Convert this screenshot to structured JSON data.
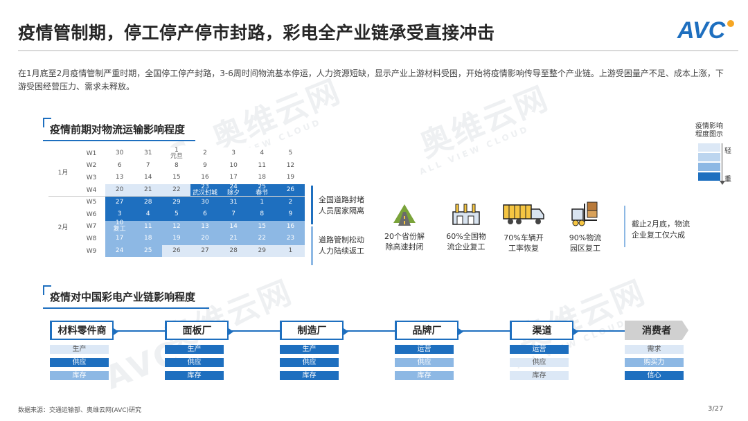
{
  "title": "疫情管制期，停工停产停市封路，彩电全产业链承受直接冲击",
  "logo_text": "AVC",
  "intro": "在1月底至2月疫情管制严重时期，全国停工停产封路，3-6周时间物流基本停运，人力资源短缺，显示产业上游材料受困，开始将疫情影响传导至整个产业链。上游受困量产不足、成本上涨，下游受困经营压力、需求未释放。",
  "watermark": {
    "main": "奥维云网",
    "sub": "ALL VIEW CLOUD",
    "logo": "AVC"
  },
  "section1_title": "疫情前期对物流运输影响程度",
  "section2_title": "疫情对中国彩电产业链影响程度",
  "colors": {
    "level0": "#ffffff",
    "level1": "#dce8f6",
    "level2": "#8db8e4",
    "level3": "#1e6fbf",
    "accent": "#1e6fbf"
  },
  "calendar": {
    "months": [
      {
        "label": "1月",
        "weeks": [
          "W1",
          "W2",
          "W3",
          "W4"
        ]
      },
      {
        "label": "2月",
        "weeks": [
          "W5",
          "W6",
          "W7",
          "W8",
          "W9"
        ]
      }
    ],
    "rows": [
      {
        "week": "W1",
        "cells": [
          {
            "d": "30",
            "l": 0
          },
          {
            "d": "31",
            "l": 0
          },
          {
            "d": "1",
            "n": "元旦",
            "l": 0
          },
          {
            "d": "2",
            "l": 0
          },
          {
            "d": "3",
            "l": 0
          },
          {
            "d": "4",
            "l": 0
          },
          {
            "d": "5",
            "l": 0
          }
        ]
      },
      {
        "week": "W2",
        "cells": [
          {
            "d": "6",
            "l": 0
          },
          {
            "d": "7",
            "l": 0
          },
          {
            "d": "8",
            "l": 0
          },
          {
            "d": "9",
            "l": 0
          },
          {
            "d": "10",
            "l": 0
          },
          {
            "d": "11",
            "l": 0
          },
          {
            "d": "12",
            "l": 0
          }
        ]
      },
      {
        "week": "W3",
        "cells": [
          {
            "d": "13",
            "l": 0
          },
          {
            "d": "14",
            "l": 0
          },
          {
            "d": "15",
            "l": 0
          },
          {
            "d": "16",
            "l": 0
          },
          {
            "d": "17",
            "l": 0
          },
          {
            "d": "18",
            "l": 0
          },
          {
            "d": "19",
            "l": 0
          }
        ]
      },
      {
        "week": "W4",
        "cells": [
          {
            "d": "20",
            "l": 1
          },
          {
            "d": "21",
            "l": 1
          },
          {
            "d": "22",
            "l": 1
          },
          {
            "d": "23",
            "n": "武汉封城",
            "l": 3
          },
          {
            "d": "24",
            "n": "除夕",
            "l": 3
          },
          {
            "d": "25",
            "n": "春节",
            "l": 3
          },
          {
            "d": "26",
            "l": 3
          }
        ]
      },
      {
        "week": "W5",
        "cells": [
          {
            "d": "27",
            "l": 3
          },
          {
            "d": "28",
            "l": 3
          },
          {
            "d": "29",
            "l": 3
          },
          {
            "d": "30",
            "l": 3
          },
          {
            "d": "31",
            "l": 3
          },
          {
            "d": "1",
            "l": 3
          },
          {
            "d": "2",
            "l": 3
          }
        ]
      },
      {
        "week": "W6",
        "cells": [
          {
            "d": "3",
            "l": 3
          },
          {
            "d": "4",
            "l": 3
          },
          {
            "d": "5",
            "l": 3
          },
          {
            "d": "6",
            "l": 3
          },
          {
            "d": "7",
            "l": 3
          },
          {
            "d": "8",
            "l": 3
          },
          {
            "d": "9",
            "l": 3
          }
        ]
      },
      {
        "week": "W7",
        "cells": [
          {
            "d": "10",
            "n": "复工",
            "l": 2
          },
          {
            "d": "11",
            "l": 2
          },
          {
            "d": "12",
            "l": 2
          },
          {
            "d": "13",
            "l": 2
          },
          {
            "d": "14",
            "l": 2
          },
          {
            "d": "15",
            "l": 2
          },
          {
            "d": "16",
            "l": 2
          }
        ]
      },
      {
        "week": "W8",
        "cells": [
          {
            "d": "17",
            "l": 2
          },
          {
            "d": "18",
            "l": 2
          },
          {
            "d": "19",
            "l": 2
          },
          {
            "d": "20",
            "l": 2
          },
          {
            "d": "21",
            "l": 2
          },
          {
            "d": "22",
            "l": 2
          },
          {
            "d": "23",
            "l": 2
          }
        ]
      },
      {
        "week": "W9",
        "cells": [
          {
            "d": "24",
            "l": 2
          },
          {
            "d": "25",
            "l": 2
          },
          {
            "d": "26",
            "l": 1
          },
          {
            "d": "27",
            "l": 1
          },
          {
            "d": "28",
            "l": 1
          },
          {
            "d": "29",
            "l": 1
          },
          {
            "d": "1",
            "l": 1
          }
        ]
      }
    ]
  },
  "notes": {
    "phase1": [
      "全国道路封堵",
      "人员居家隔离"
    ],
    "phase2": [
      "道路管制松动",
      "人力陆续返工"
    ]
  },
  "stats": [
    {
      "icon": "road-icon",
      "lines": [
        "20个省份解",
        "除高速封闭"
      ]
    },
    {
      "icon": "warehouse-icon",
      "lines": [
        "60%全国物",
        "流企业复工"
      ]
    },
    {
      "icon": "truck-icon",
      "lines": [
        "70%车辆开",
        "工率恢复"
      ]
    },
    {
      "icon": "forklift-icon",
      "lines": [
        "90%物流",
        "园区复工"
      ]
    }
  ],
  "summary": [
    "截止2月底，物流",
    "企业复工仅六成"
  ],
  "legend": {
    "title": [
      "疫情影响",
      "程度图示"
    ],
    "light": "轻",
    "heavy": "重"
  },
  "chain": [
    {
      "name": "材料零件商",
      "chips": [
        {
          "t": "生产",
          "l": 1
        },
        {
          "t": "供应",
          "l": 3
        },
        {
          "t": "库存",
          "l": 2
        }
      ]
    },
    {
      "name": "面板厂",
      "chips": [
        {
          "t": "生产",
          "l": 3
        },
        {
          "t": "供应",
          "l": 3
        },
        {
          "t": "库存",
          "l": 3
        }
      ]
    },
    {
      "name": "制造厂",
      "chips": [
        {
          "t": "生产",
          "l": 3
        },
        {
          "t": "供应",
          "l": 3
        },
        {
          "t": "库存",
          "l": 3
        }
      ]
    },
    {
      "name": "品牌厂",
      "chips": [
        {
          "t": "运营",
          "l": 3
        },
        {
          "t": "供应",
          "l": 2
        },
        {
          "t": "库存",
          "l": 2
        }
      ]
    },
    {
      "name": "渠道",
      "chips": [
        {
          "t": "运营",
          "l": 3
        },
        {
          "t": "供应",
          "l": 1
        },
        {
          "t": "库存",
          "l": 1
        }
      ]
    },
    {
      "name": "消费者",
      "chips": [
        {
          "t": "需求",
          "l": 1
        },
        {
          "t": "购买力",
          "l": 2
        },
        {
          "t": "信心",
          "l": 3
        }
      ]
    }
  ],
  "source": "数据来源：交通运输部、奥维云网(AVC)研究",
  "page": "3/27"
}
